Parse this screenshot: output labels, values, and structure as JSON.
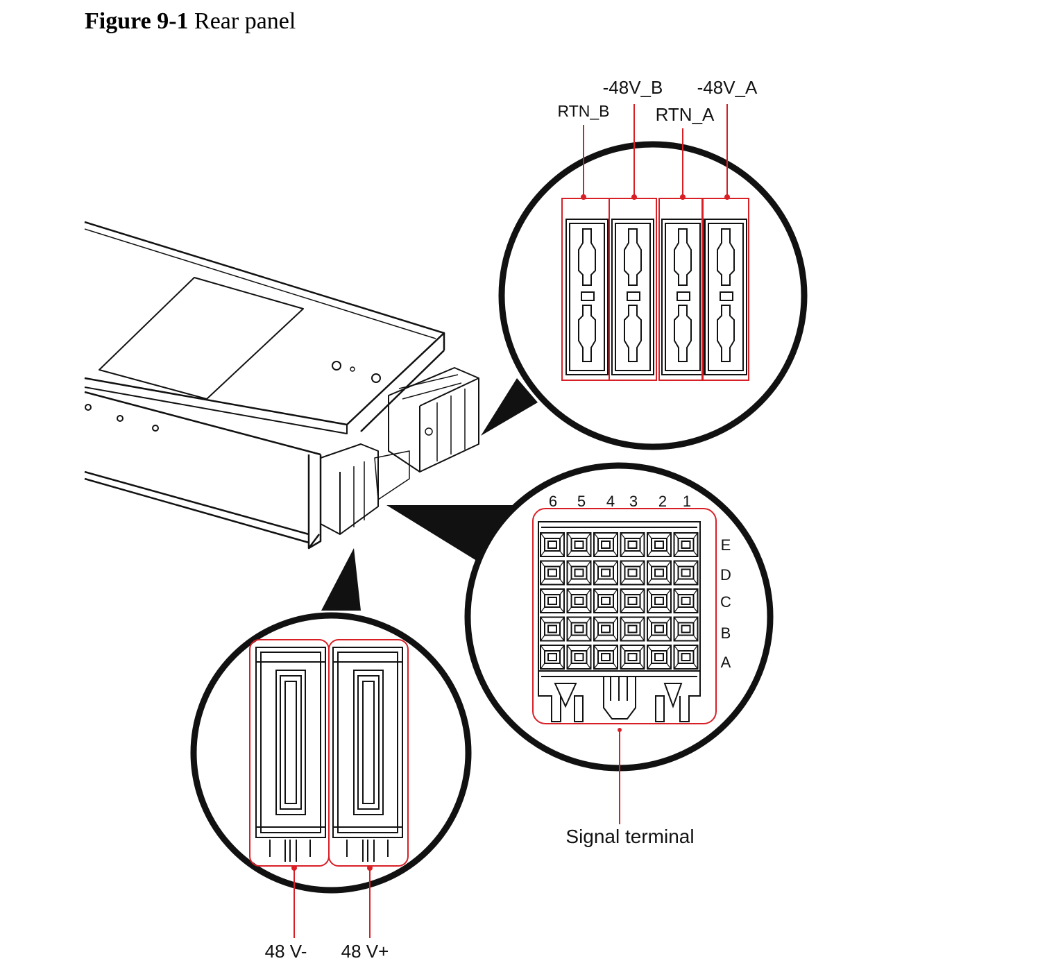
{
  "figure": {
    "number": "Figure 9-1",
    "title": "Rear panel"
  },
  "top_connector": {
    "labels_upper": [
      "-48V_B",
      "-48V_A"
    ],
    "labels_lower": [
      "RTN_B",
      "RTN_A"
    ]
  },
  "signal_terminal": {
    "columns": [
      "6",
      "5",
      "4",
      "3",
      "2",
      "1"
    ],
    "rows": [
      "E",
      "D",
      "C",
      "B",
      "A"
    ],
    "label": "Signal terminal"
  },
  "power_terminal": {
    "labels": [
      "48 V-",
      "48 V+"
    ]
  },
  "colors": {
    "highlight": "#d81f26",
    "line": "#111111"
  }
}
